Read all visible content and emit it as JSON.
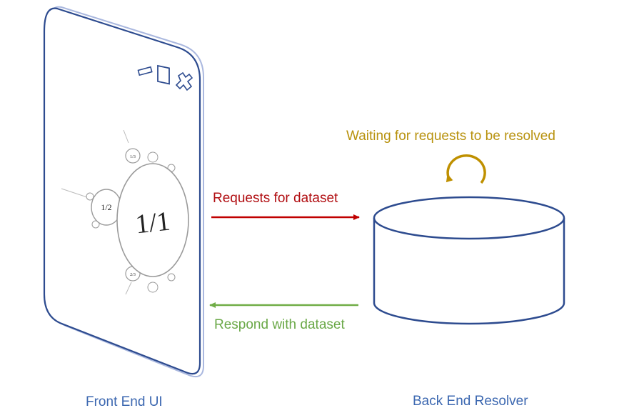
{
  "labels": {
    "front_end": "Front End UI",
    "back_end": "Back End Resolver",
    "waiting": "Waiting for requests to be resolved",
    "requests": "Requests for dataset",
    "respond": "Respond with dataset"
  },
  "screen": {
    "main_fraction": "1/1",
    "side_fraction": "1/2",
    "small_bulb_top": "1/3",
    "small_bulb_bottom": "2/3"
  },
  "colors": {
    "outline_blue": "#2d4b8f",
    "request_arrow": "#c00000",
    "respond_arrow": "#70ad47",
    "wait_arrow": "#bf9000",
    "label_blue": "#3b67b0"
  },
  "icons": [
    "minimize-icon",
    "maximize-icon",
    "close-icon",
    "circular-arrow-icon",
    "database-cylinder-icon"
  ]
}
